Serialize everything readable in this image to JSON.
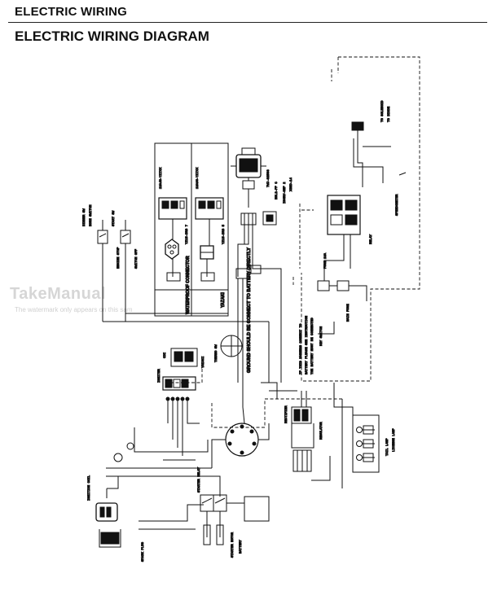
{
  "page": {
    "header_title": "ELECTRIC WIRING",
    "diagram_title": "ELECTRIC WIRING DIAGRAM"
  },
  "watermark": {
    "text": "TakeManual",
    "subtext": "The watermark only appears on this sam"
  },
  "diagram": {
    "waterproof_connector_label": "WATERPROOF CONNECTOR",
    "yazaki_label": "YAZAKI",
    "ground_note": "GROUND SHOULD BE CONNECT TO BATTERY DIRECTLY"
  }
}
